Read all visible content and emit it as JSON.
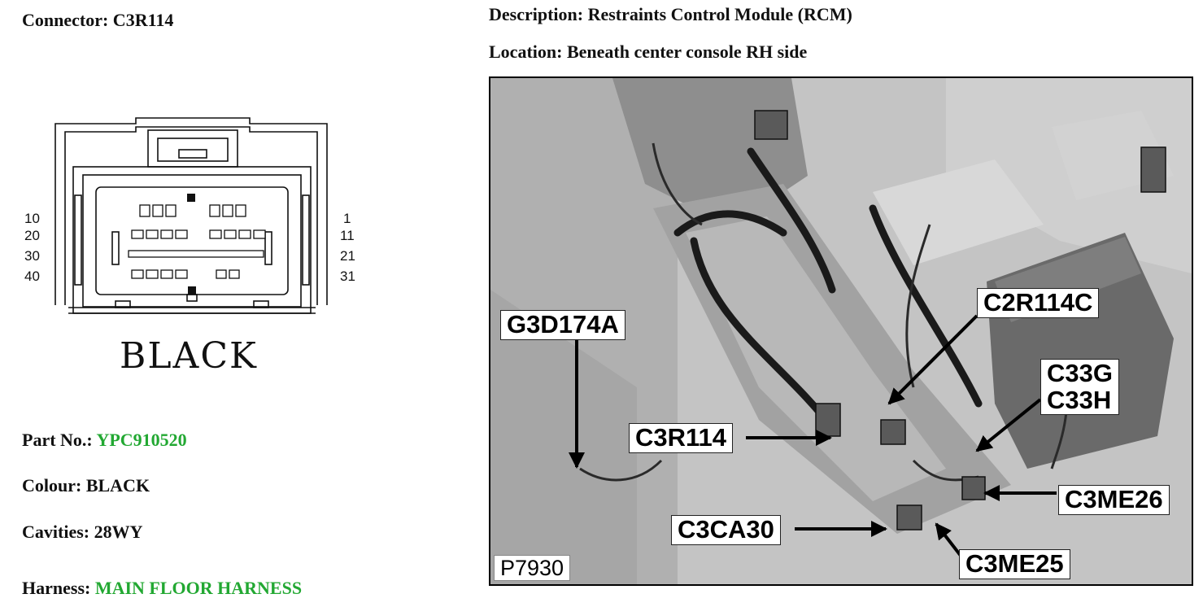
{
  "connector": {
    "heading": "Connector: C3R114",
    "color_text": "BLACK",
    "pin_labels": {
      "left": [
        "10",
        "20",
        "30",
        "40"
      ],
      "right": [
        "1",
        "11",
        "21",
        "31"
      ]
    }
  },
  "details": {
    "part_no_label": "Part No.:",
    "part_no_value": "YPC910520",
    "colour": "Colour: BLACK",
    "cavities": "Cavities: 28WY",
    "harness_label": "Harness:",
    "harness_value": "MAIN FLOOR HARNESS"
  },
  "description": "Description: Restraints Control Module (RCM)",
  "location": "Location: Beneath center console RH side",
  "photo": {
    "id_label": "P7930",
    "callouts": [
      "G3D174A",
      "C2R114C",
      "C33G\nC33H",
      "C3R114",
      "C3ME26",
      "C3CA30",
      "C3ME25"
    ]
  },
  "colors": {
    "accent_green": "#22a832"
  }
}
